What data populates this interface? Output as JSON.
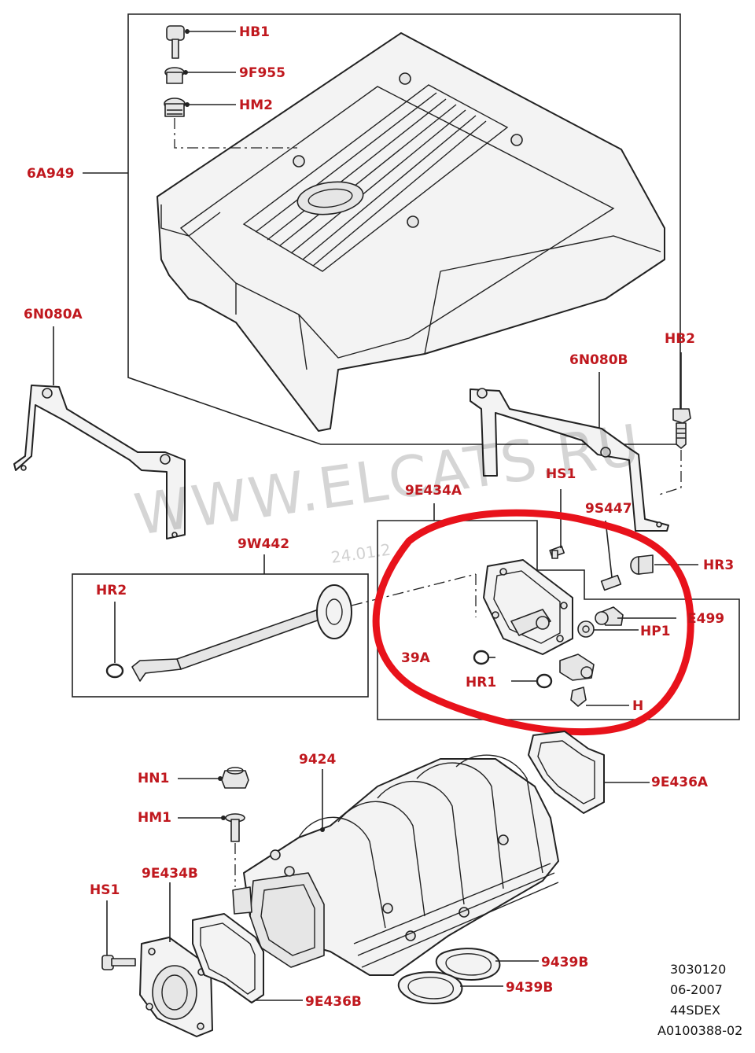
{
  "labels": {
    "hb1": "HB1",
    "f955": "9F955",
    "hm2": "HM2",
    "a949": "6A949",
    "n080a": "6N080A",
    "n080b": "6N080B",
    "hb2": "HB2",
    "hs1_top": "HS1",
    "e434a": "9E434A",
    "s447": "9S447",
    "hr3": "HR3",
    "w442": "9W442",
    "hr2": "HR2",
    "e499": "E499",
    "hp1": "HP1",
    "a39": "39A",
    "hr1": "HR1",
    "h_cut": "H",
    "e436a": "9E436A",
    "n9424": "9424",
    "hn1": "HN1",
    "hm1": "HM1",
    "hs1_bottom": "HS1",
    "e434b": "9E434B",
    "b9439_1": "9439B",
    "b9439_2": "9439B",
    "e436b": "9E436B"
  },
  "info": {
    "line1": "3030120",
    "line2": "06-2007",
    "line3": "44SDEX",
    "line4": "A0100388-02"
  },
  "watermark": {
    "main": "WWW.ELCATS.RU",
    "date": "24.01.2"
  },
  "colors": {
    "label": "#c0181e",
    "highlight": "#e8121b"
  }
}
